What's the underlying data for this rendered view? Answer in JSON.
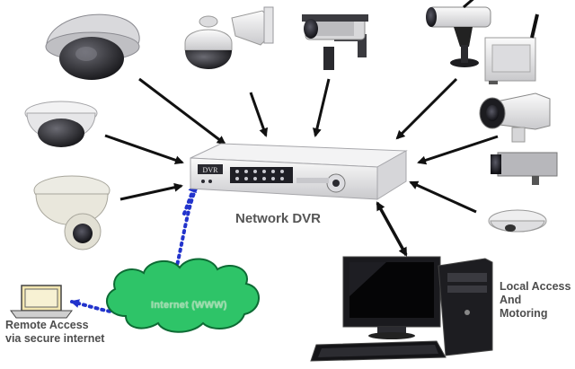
{
  "labels": {
    "network_dvr": "Network DVR",
    "dvr_front_badge": "DVR",
    "internet": "Internet (WWW)",
    "remote_access": [
      "Remote Access",
      "via secure internet"
    ],
    "local_access": [
      "Local Access",
      "And",
      "Motoring"
    ]
  },
  "colors": {
    "arrow": "#111111",
    "dotted_link": "#2233cc",
    "cloud_fill": "#2ec468",
    "cloud_stroke": "#0d6b34",
    "device_body": "#e9e9ea",
    "device_dark": "#1e1e22"
  },
  "icons": [
    "dome-camera-icon",
    "ptz-camera-icon",
    "bullet-camera-icon",
    "wireless-camera-icon",
    "wireless-receiver-icon",
    "ir-camera-icon",
    "box-camera-icon",
    "ceiling-camera-icon",
    "dvr-recorder-icon",
    "laptop-icon",
    "internet-cloud-icon",
    "monitor-icon",
    "pc-tower-icon",
    "keyboard-icon"
  ]
}
